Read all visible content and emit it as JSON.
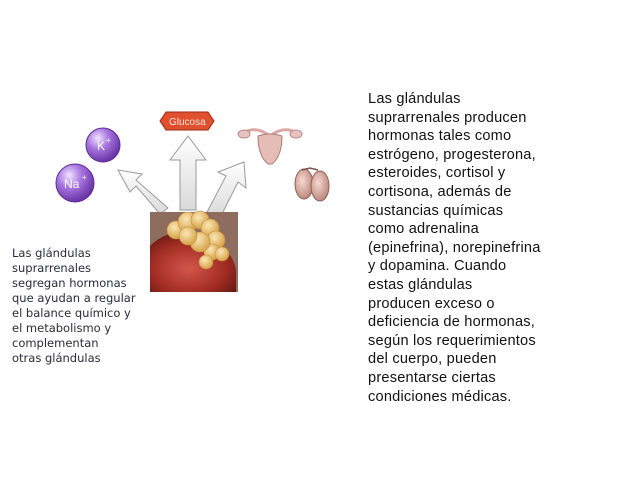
{
  "left_caption": "Las glándulas\nsuprarrenales\nsegregan hormonas\nque ayudan a regular\nel balance químico y\nel metabolismo y\ncomplementan\notras glándulas",
  "right_text": "Las glándulas\nsuprarrenales producen\nhormonas tales como\nestrógeno, progesterona,\nesteroides, cortisol y\ncortisona, además de\nsustancias químicas\ncomo adrenalina\n(epinefrina), norepinefrina\ny dopamina. Cuando\nestas glándulas\nproducen exceso o\ndeficiencia de hormonas,\nsegún los requerimientos\ndel cuerpo, pueden\npresentarse ciertas\ncondiciones médicas.",
  "labels": {
    "potassium": "K",
    "potassium_charge": "+",
    "sodium": "Na",
    "sodium_charge": "+",
    "glucose": "Glucosa"
  },
  "colors": {
    "ion_purple": "#8a54c8",
    "glucose_red": "#e0502f",
    "arrow_fill": "#eeeeee",
    "kidney_red": "#b43a2e",
    "gland_yellow": "#e8c27a"
  }
}
